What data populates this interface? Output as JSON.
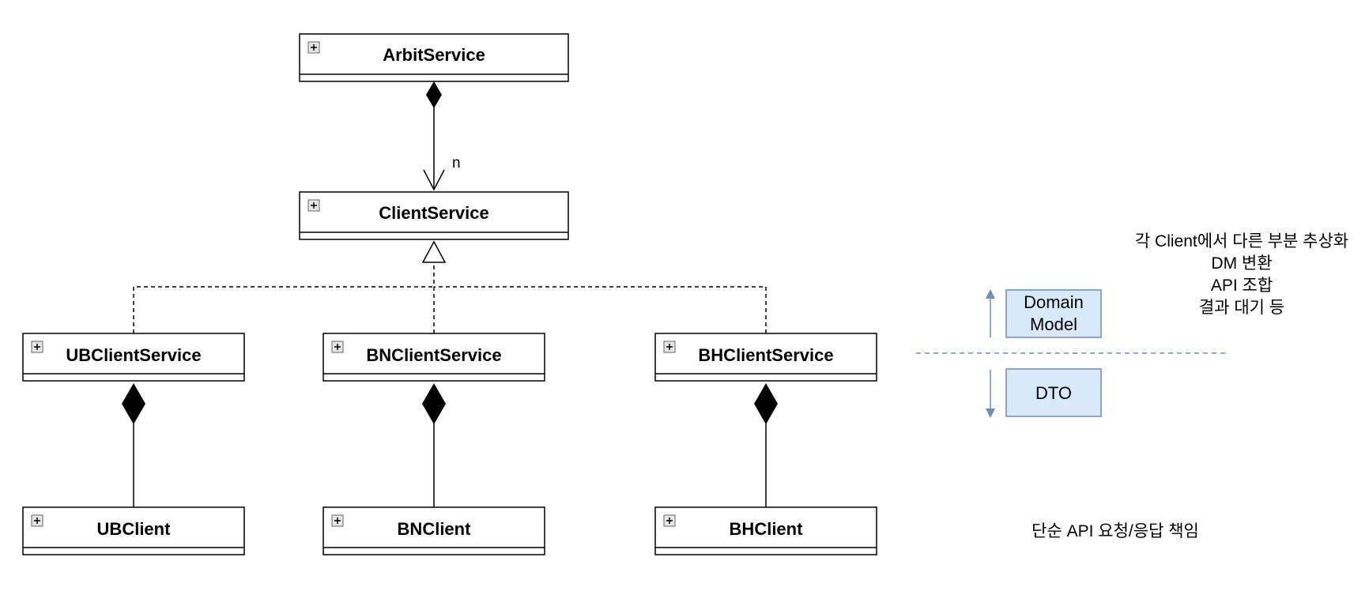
{
  "classes": {
    "arbit_service": "ArbitService",
    "client_service": "ClientService",
    "ub_client_service": "UBClientService",
    "bn_client_service": "BNClientService",
    "bh_client_service": "BHClientService",
    "ub_client": "UBClient",
    "bn_client": "BNClient",
    "bh_client": "BHClient"
  },
  "multiplicity": "n",
  "layers": {
    "domain_model_line1": "Domain",
    "domain_model_line2": "Model",
    "dto": "DTO"
  },
  "notes": {
    "service_line1": "각 Client에서 다른 부분 추상화",
    "service_line2": "DM 변환",
    "service_line3": "API 조합",
    "service_line4": "결과 대기 등",
    "client_line1": "단순 API 요청/응답 책임"
  },
  "colors": {
    "box_stroke": "#000000",
    "layer_fill": "#dae8fc",
    "layer_stroke": "#6c8ebf",
    "arrow_color": "#6c8ebf",
    "expand_icon_fill": "#e6e6e6",
    "expand_icon_stroke": "#666666"
  }
}
